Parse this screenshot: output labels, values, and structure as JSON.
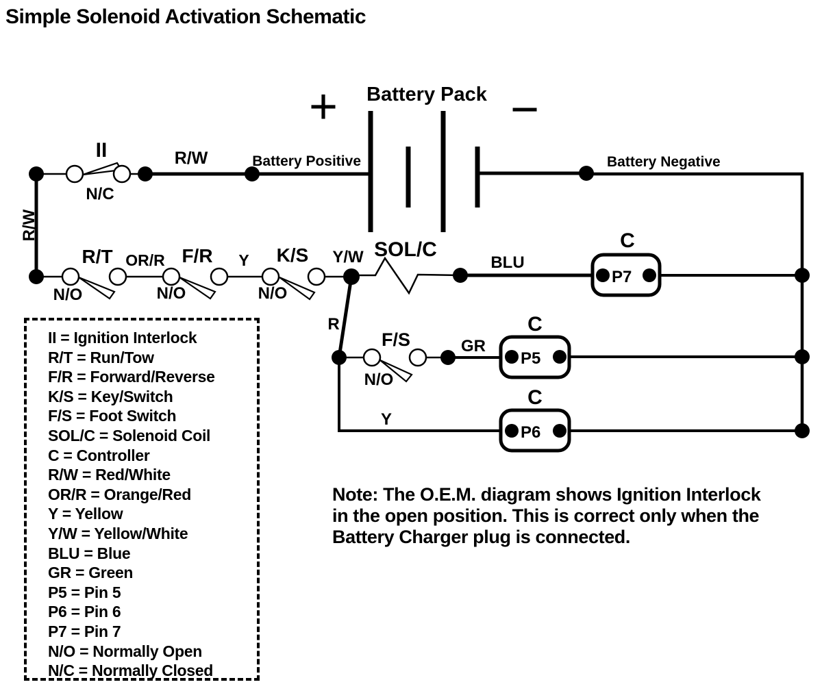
{
  "page": {
    "title": "Simple Solenoid Activation Schematic",
    "ink_color": "#000000",
    "background_color": "#ffffff"
  },
  "schematic": {
    "battery": {
      "title": "Battery Pack",
      "plus": "+",
      "minus": "−",
      "positive_label": "Battery Positive",
      "negative_label": "Battery Negative"
    },
    "switches": {
      "ignition_interlock": {
        "label": "II",
        "state": "N/C"
      },
      "run_tow": {
        "label": "R/T",
        "state": "N/O"
      },
      "forward_reverse": {
        "label": "F/R",
        "state": "N/O"
      },
      "key_switch": {
        "label": "K/S",
        "state": "N/O"
      },
      "foot_switch": {
        "label": "F/S",
        "state": "N/O"
      }
    },
    "wires": {
      "red_white_top": "R/W",
      "red_white_left": "R/W",
      "orange_red": "OR/R",
      "yellow_row2": "Y",
      "yellow_white": "Y/W",
      "blue": "BLU",
      "red": "R",
      "green": "GR",
      "yellow_row4": "Y"
    },
    "solenoid_coil": {
      "label": "SOL/C"
    },
    "controllers": {
      "p7": {
        "label": "C",
        "pin": "P7"
      },
      "p5": {
        "label": "C",
        "pin": "P5"
      },
      "p6": {
        "label": "C",
        "pin": "P6"
      }
    }
  },
  "legend": {
    "items": [
      "II = Ignition Interlock",
      "R/T = Run/Tow",
      "F/R = Forward/Reverse",
      "K/S = Key/Switch",
      "F/S = Foot Switch",
      "SOL/C = Solenoid Coil",
      "C = Controller",
      "R/W = Red/White",
      "OR/R = Orange/Red",
      "Y = Yellow",
      "Y/W = Yellow/White",
      "BLU = Blue",
      "GR = Green",
      "P5 = Pin 5",
      "P6 = Pin 6",
      "P7 = Pin 7",
      "N/O = Normally Open",
      "N/C = Normally Closed"
    ]
  },
  "note": {
    "lines": [
      "Note: The O.E.M. diagram shows Ignition Interlock",
      "in the open position. This is correct only when the",
      "Battery Charger plug is connected."
    ]
  }
}
